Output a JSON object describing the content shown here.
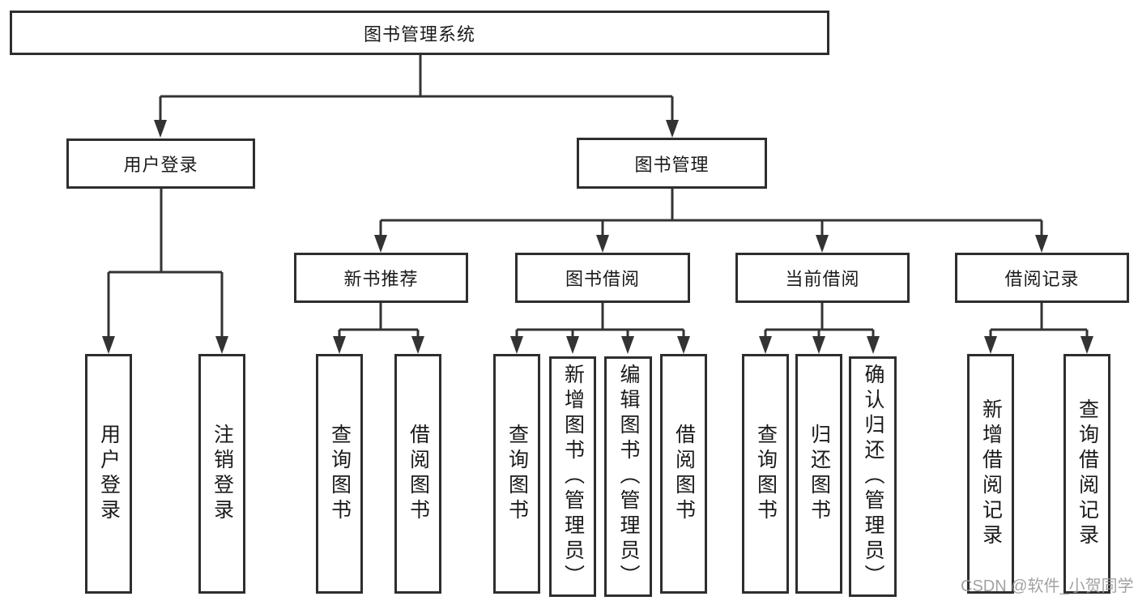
{
  "diagram": {
    "type": "hierarchy-tree",
    "title": "图书管理系统",
    "nodes": {
      "root": {
        "label": "图书管理系统"
      },
      "user_login": {
        "label": "用户登录"
      },
      "book_mgmt": {
        "label": "图书管理"
      },
      "new_book_rec": {
        "label": "新书推荐"
      },
      "book_borrow": {
        "label": "图书借阅"
      },
      "current_borrow": {
        "label": "当前借阅"
      },
      "borrow_records": {
        "label": "借阅记录"
      },
      "login_leaf": {
        "label": "用户登录"
      },
      "logout_leaf": {
        "label": "注销登录"
      },
      "rec_query": {
        "label": "查询图书"
      },
      "rec_borrow": {
        "label": "借阅图书"
      },
      "bb_query": {
        "label": "查询图书"
      },
      "bb_add": {
        "label": "新增图书（管理员）"
      },
      "bb_edit": {
        "label": "编辑图书（管理员）"
      },
      "bb_borrow": {
        "label": "借阅图书"
      },
      "cb_query": {
        "label": "查询图书"
      },
      "cb_return": {
        "label": "归还图书"
      },
      "cb_confirm": {
        "label": "确认归还（管理员）"
      },
      "br_add": {
        "label": "新增借阅记录"
      },
      "br_query": {
        "label": "查询借阅记录"
      }
    },
    "hierarchy": {
      "图书管理系统": {
        "用户登录": [
          "用户登录",
          "注销登录"
        ],
        "图书管理": {
          "新书推荐": [
            "查询图书",
            "借阅图书"
          ],
          "图书借阅": [
            "查询图书",
            "新增图书（管理员）",
            "编辑图书（管理员）",
            "借阅图书"
          ],
          "当前借阅": [
            "查询图书",
            "归还图书",
            "确认归还（管理员）"
          ],
          "借阅记录": [
            "新增借阅记录",
            "查询借阅记录"
          ]
        }
      }
    },
    "colors": {
      "line": "#333333",
      "box_border": "#2e2e2e",
      "text": "#1a1a1a",
      "watermark": "#9b9b9b",
      "background": "#ffffff"
    }
  },
  "watermark": "CSDN @软件_小贺同学"
}
